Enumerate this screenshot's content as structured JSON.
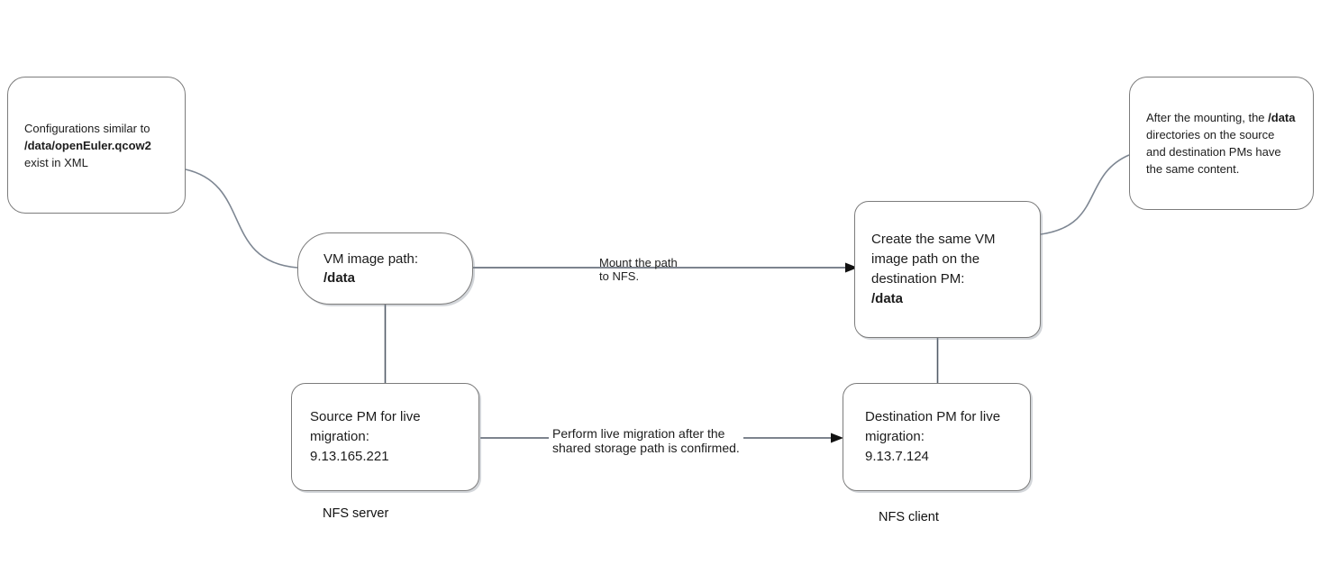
{
  "colors": {
    "box_border": "#7c7c7c",
    "connector": "#525c68",
    "curve": "#7d8692",
    "arrowhead": "#111111",
    "text": "#1c1c1c"
  },
  "callout_left": {
    "text_before": "Configurations similar to",
    "bold_text": "/data/openEuler.qcow2",
    "text_after": "exist in XML"
  },
  "vm_path_node": {
    "label": "VM image path:",
    "path_bold": "/data"
  },
  "mount_arrow_label": "Mount the path\nto NFS.",
  "create_path_node": {
    "label": "Create the same VM image path on the destination PM:",
    "path_bold": "/data"
  },
  "callout_right": {
    "text_before": "After the mounting, the ",
    "bold_text": "/data",
    "text_after": " directories on the source and destination PMs have the same content."
  },
  "source_pm_node": {
    "label": "Source PM for live migration:",
    "address": "9.13.165.221"
  },
  "dest_pm_node": {
    "label": "Destination PM for live migration:",
    "address": "9.13.7.124"
  },
  "migration_arrow_label": "Perform live migration after the\nshared storage path is confirmed.",
  "nfs_server_label": "NFS server",
  "nfs_client_label": "NFS client"
}
